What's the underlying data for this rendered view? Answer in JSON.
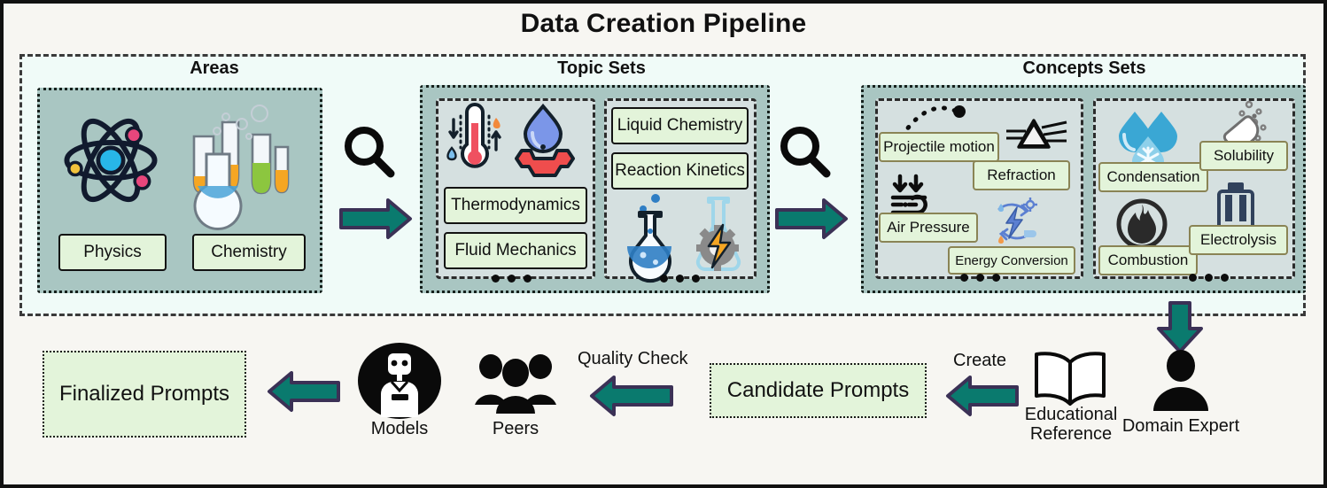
{
  "figure": {
    "title": "Data Creation Pipeline"
  },
  "sections": {
    "areas": {
      "title": "Areas",
      "items": [
        {
          "label": "Physics",
          "icon": "atom-icon"
        },
        {
          "label": "Chemistry",
          "icon": "flasks-icon"
        }
      ]
    },
    "topic_sets": {
      "title": "Topic Sets",
      "groups": [
        {
          "icons": [
            "thermometer-icon",
            "humidity-gear-icon"
          ],
          "items": [
            "Thermodynamics",
            "Fluid Mechanics"
          ],
          "ellipsis": "..."
        },
        {
          "icons": [
            "flask-bubbles-icon",
            "energy-flask-icon"
          ],
          "items": [
            "Liquid Chemistry",
            "Reaction Kinetics"
          ],
          "ellipsis": "..."
        }
      ]
    },
    "concepts_sets": {
      "title": "Concepts Sets",
      "groups": [
        {
          "icons": [
            "projectile-arc-icon",
            "prism-refraction-icon",
            "wind-pressure-icon",
            "energy-cycle-icon"
          ],
          "items": [
            "Projectile motion",
            "Refraction",
            "Air Pressure",
            "Energy Conversion"
          ],
          "ellipsis": "..."
        },
        {
          "icons": [
            "droplet-snowflake-icon",
            "solubility-icon",
            "flame-icon",
            "electrolysis-icon"
          ],
          "items": [
            "Condensation",
            "Solubility",
            "Combustion",
            "Electrolysis"
          ],
          "ellipsis": "..."
        }
      ]
    }
  },
  "flow": {
    "search_arrow_1": {
      "icon": "magnifier-icon",
      "arrow": "arrow-right"
    },
    "search_arrow_2": {
      "icon": "magnifier-icon",
      "arrow": "arrow-right"
    },
    "down_arrow": {
      "arrow": "arrow-down"
    },
    "domain_expert": {
      "label": "Domain Expert",
      "icon": "person-icon"
    },
    "educational_reference": {
      "label": "Educational\nReference",
      "line1": "Educational",
      "line2": "Reference",
      "icon": "open-book-icon"
    },
    "create_label": "Create",
    "candidate_prompts": "Candidate Prompts",
    "quality_check_label": "Quality Check",
    "peers": {
      "label": "Peers",
      "icon": "people-group-icon"
    },
    "models": {
      "label": "Models",
      "icon": "robot-avatar-icon"
    },
    "finalized_prompts": "Finalized Prompts"
  },
  "colors": {
    "canvas": "#f7f6f2",
    "pipeline_bg": "#f0fbf8",
    "set_outer": "#a9c6c2",
    "sub_panel": "#d5e0e0",
    "chip_fill": "#e3f4da",
    "chip_border_dark": "#121212",
    "chip_border_olive": "#8a8455",
    "arrow_fill": "#0a7a6e",
    "arrow_stroke": "#3b3156",
    "text": "#111111"
  }
}
